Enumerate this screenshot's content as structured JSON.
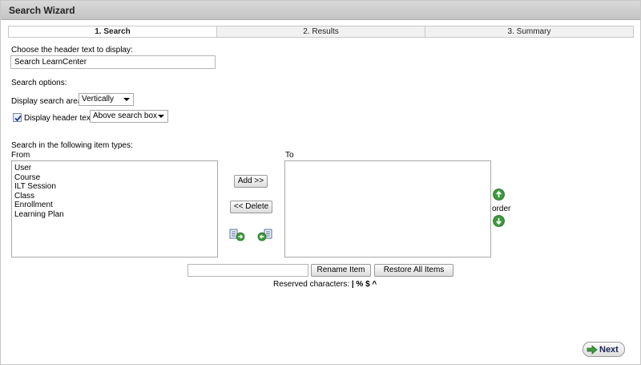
{
  "window": {
    "title": "Search Wizard"
  },
  "tabs": [
    {
      "label": "1. Search",
      "active": true
    },
    {
      "label": "2. Results",
      "active": false
    },
    {
      "label": "3. Summary",
      "active": false
    }
  ],
  "header_text": {
    "label": "Choose the header text to display:",
    "value": "Search LearnCenter"
  },
  "search_options": {
    "label": "Search options:",
    "display_area_label": "Display search area",
    "display_area_value": "Vertically",
    "header_checkbox_label": "Display header text",
    "header_checkbox_checked": true,
    "header_position_value": "Above search box"
  },
  "item_types": {
    "label": "Search in the following item types:",
    "from_label": "From",
    "to_label": "To",
    "from_items": [
      "User",
      "Course",
      "ILT Session",
      "Class",
      "Enrollment",
      "Learning Plan"
    ],
    "to_items": []
  },
  "buttons": {
    "add": "Add >>",
    "delete": "<< Delete",
    "order": "order",
    "rename": "Rename Item",
    "restore": "Restore All Items",
    "next": "Next"
  },
  "rename_input": {
    "value": ""
  },
  "reserved": {
    "label": "Reserved characters:",
    "chars": "| % $ ^"
  },
  "icons": {
    "move_right": "add-all-icon",
    "move_left": "remove-all-icon",
    "order_up": "arrow-up-circle-icon",
    "order_down": "arrow-down-circle-icon",
    "next": "arrow-right-icon"
  },
  "colors": {
    "title_bar": "#c9c9c9",
    "order_icon_green": "#3c9a3c",
    "next_text": "#1a2a5a"
  }
}
